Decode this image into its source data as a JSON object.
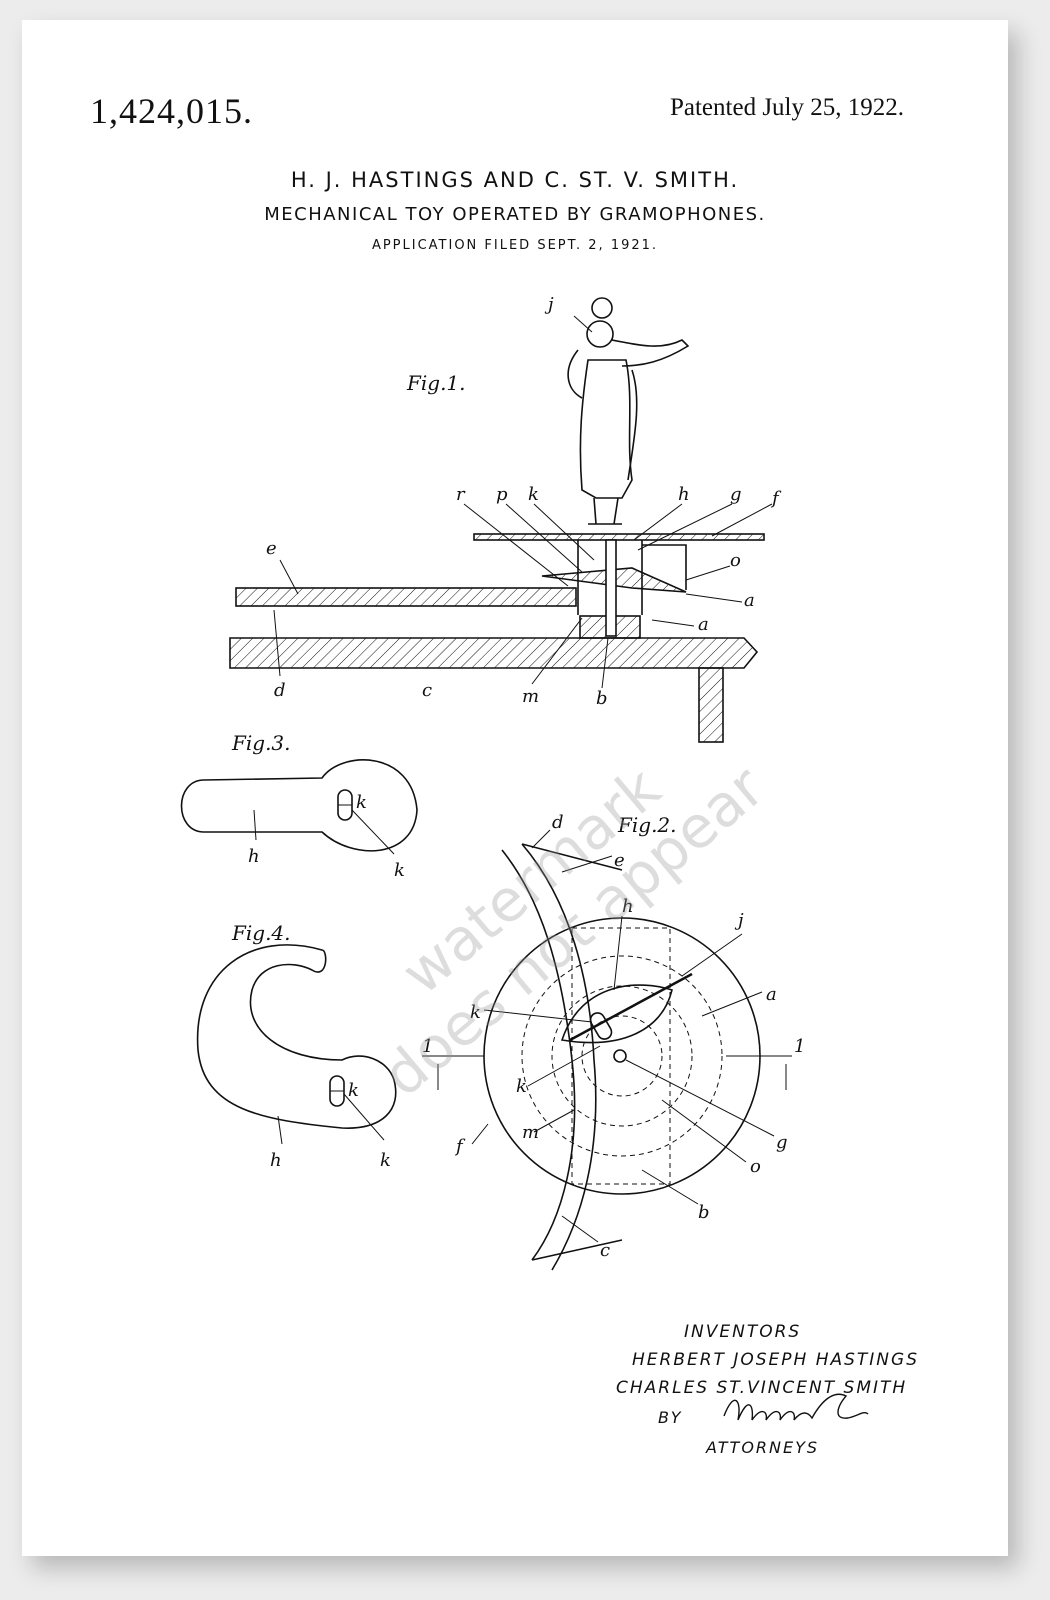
{
  "patent": {
    "number": "1,424,015.",
    "date": "Patented July 25, 1922.",
    "inventors_line": "H. J. HASTINGS AND C. ST. V. SMITH.",
    "title": "MECHANICAL TOY OPERATED BY GRAMOPHONES.",
    "filed": "APPLICATION FILED SEPT. 2, 1921."
  },
  "figures": {
    "fig1": "Fig.1.",
    "fig2": "Fig.2.",
    "fig3": "Fig.3.",
    "fig4": "Fig.4."
  },
  "labels": {
    "a": "a",
    "b": "b",
    "c": "c",
    "d": "d",
    "e": "e",
    "f": "f",
    "g": "g",
    "h": "h",
    "j": "j",
    "k": "k",
    "m": "m",
    "o": "o",
    "p": "p",
    "r": "r",
    "one": "1"
  },
  "signature": {
    "inventors_label": "INVENTORS",
    "name1": "HERBERT JOSEPH HASTINGS",
    "name2": "CHARLES ST.VINCENT SMITH",
    "by": "BY",
    "attorneys": "ATTORNEYS"
  },
  "watermark": {
    "line1": "watermark",
    "line2": "does not appear"
  }
}
